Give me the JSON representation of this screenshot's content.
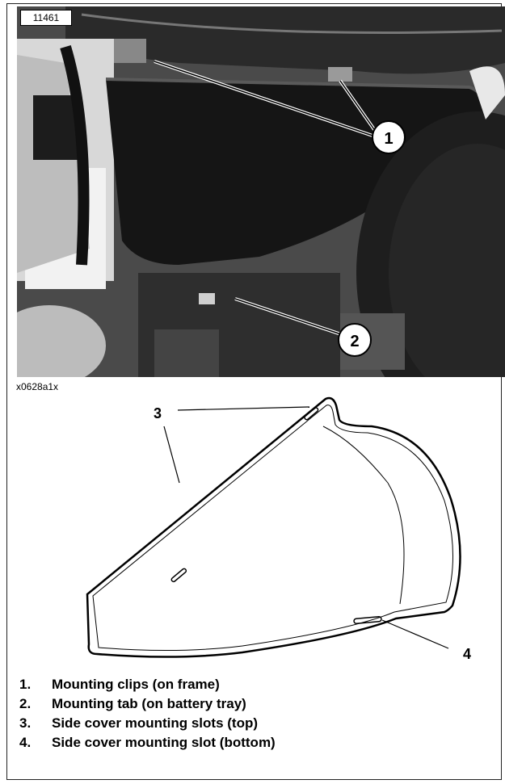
{
  "photo": {
    "id_label": "11461",
    "callouts": [
      "1",
      "2"
    ]
  },
  "caption_code": "x0628a1x",
  "diagram": {
    "callouts": [
      "3",
      "4"
    ]
  },
  "legend": {
    "items": [
      {
        "number": "1.",
        "text": "Mounting clips (on frame)"
      },
      {
        "number": "2.",
        "text": "Mounting tab (on battery tray)"
      },
      {
        "number": "3.",
        "text": "Side cover mounting slots (top)"
      },
      {
        "number": "4.",
        "text": "Side cover mounting slot (bottom)"
      }
    ]
  }
}
